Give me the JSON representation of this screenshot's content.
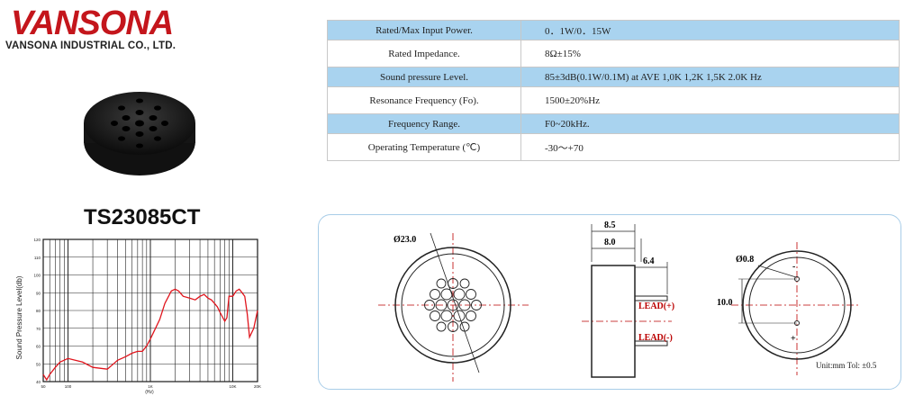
{
  "brand": {
    "logo_text": "VANSONA",
    "company_name": "VANSONA INDUSTRIAL CO., LTD."
  },
  "product": {
    "model": "TS23085CT"
  },
  "spec_table": {
    "rows": [
      {
        "param": "Rated/Max Input Power.",
        "value": "0．1W/0．15W"
      },
      {
        "param": "Rated Impedance.",
        "value": "8Ω±15%"
      },
      {
        "param": "Sound pressure Level.",
        "value": "85±3dB(0.1W/0.1M) at AVE 1,0K 1,2K 1,5K  2.0K Hz"
      },
      {
        "param": "Resonance Frequency (Fo).",
        "value": "1500±20%Hz"
      },
      {
        "param": "Frequency Range.",
        "value": "F0~20kHz."
      },
      {
        "param": "Operating Temperature (℃)",
        "value": "-30～+70"
      }
    ]
  },
  "chart_data": {
    "type": "line",
    "xlabel": "(Hz)",
    "ylabel": "Sound Pressure Level(db)",
    "x_scale": "log",
    "xlim": [
      50,
      20000
    ],
    "ylim": [
      40,
      120
    ],
    "x_ticks": [
      "50",
      "100",
      "1K",
      "10K",
      "20K"
    ],
    "y_ticks": [
      "120",
      "110",
      "100",
      "90",
      "80",
      "70",
      "60",
      "50",
      "40"
    ],
    "grid": true,
    "series": [
      {
        "x": [
          50,
          55,
          60,
          70,
          80,
          100,
          150,
          200,
          300,
          400,
          500,
          600,
          700,
          800,
          900,
          1000,
          1100,
          1300,
          1500,
          1800,
          2000,
          2200,
          2500,
          3000,
          3500,
          4000,
          4500,
          5000,
          5500,
          6000,
          6500,
          7000,
          8000,
          8500,
          9000,
          10000,
          11000,
          12000,
          13000,
          14000,
          15000,
          16000,
          18000,
          20000
        ],
        "values": [
          44,
          41,
          44,
          48,
          51,
          53,
          51,
          48,
          47,
          52,
          54,
          56,
          57,
          57,
          60,
          64,
          68,
          75,
          84,
          91,
          92,
          91,
          88,
          87,
          86,
          88,
          89,
          87,
          86,
          84,
          82,
          79,
          74,
          76,
          88,
          88,
          91,
          92,
          90,
          88,
          78,
          65,
          70,
          80
        ]
      }
    ]
  },
  "drawing": {
    "front_diameter": "Ø23.0",
    "depth_total": "8.5",
    "depth_body": "8.0",
    "lead_length": "6.4",
    "lead_pos_label": "LEAD(+)",
    "lead_neg_label": "LEAD(-)",
    "terminal_dia": "Ø0.8",
    "terminal_spacing": "10.0",
    "minus_mark": "-",
    "plus_mark": "+",
    "units_note": "Unit:mm  Tol: ±0.5"
  }
}
